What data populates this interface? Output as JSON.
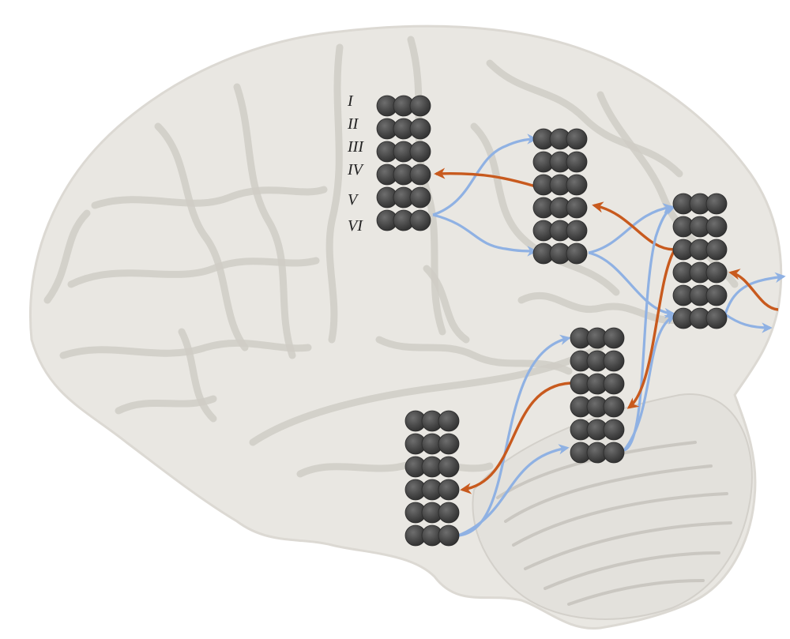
{
  "layer_labels": [
    "I",
    "II",
    "III",
    "IV",
    "V",
    "VI"
  ],
  "colors": {
    "feedforward_arrow": "#8fb1e3",
    "feedback_arrow": "#c85a1e",
    "neuron": "#4a4a4a",
    "brain_background": "#e9e7e2"
  },
  "columns": [
    {
      "id": "frontal-column",
      "rows": 6,
      "cols": 3
    },
    {
      "id": "parietal-column",
      "rows": 6,
      "cols": 3
    },
    {
      "id": "occipital-column",
      "rows": 6,
      "cols": 3
    },
    {
      "id": "inferotemporal-column",
      "rows": 6,
      "cols": 3
    },
    {
      "id": "temporal-pole-column",
      "rows": 6,
      "cols": 3
    }
  ],
  "connections": [
    {
      "type": "feedforward",
      "from": "frontal-column",
      "to": "parietal-column"
    },
    {
      "type": "feedback",
      "from": "parietal-column",
      "to": "frontal-column"
    },
    {
      "type": "feedforward",
      "from": "parietal-column",
      "to": "occipital-column"
    },
    {
      "type": "feedback",
      "from": "occipital-column",
      "to": "parietal-column"
    },
    {
      "type": "feedforward",
      "from": "inferotemporal-column",
      "to": "occipital-column"
    },
    {
      "type": "feedback",
      "from": "occipital-column",
      "to": "inferotemporal-column"
    },
    {
      "type": "feedforward",
      "from": "temporal-pole-column",
      "to": "inferotemporal-column"
    },
    {
      "type": "feedback",
      "from": "inferotemporal-column",
      "to": "temporal-pole-column"
    }
  ]
}
